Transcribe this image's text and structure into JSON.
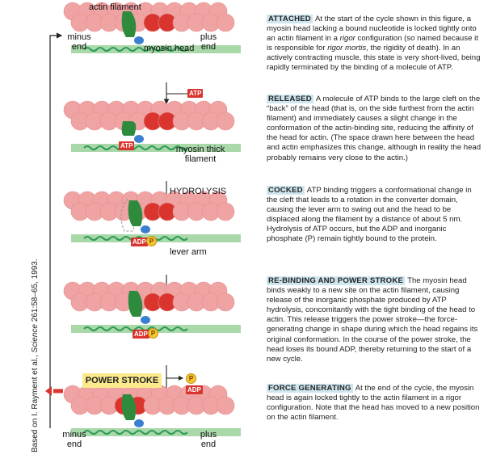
{
  "credit": {
    "prefix": "Based on I. Rayment et al., ",
    "journal": "Science",
    "suffix": " 261:58–65, 1993."
  },
  "labels": {
    "actin_filament": "actin filament",
    "minus_end": "minus end",
    "plus_end": "plus end",
    "myosin_head": "myosin head",
    "myosin_thick_filament": "myosin thick filament",
    "hydrolysis": "HYDROLYSIS",
    "lever_arm": "lever arm",
    "power_stroke": "POWER STROKE",
    "atp": "ATP",
    "adp": "ADP",
    "p": "P"
  },
  "steps": [
    {
      "title": "ATTACHED",
      "text_parts": [
        {
          "t": "At the start of the cycle shown in this figure, a myosin head lacking a bound nucleotide is locked tightly onto an actin filament in a "
        },
        {
          "t": "rigor",
          "i": true
        },
        {
          "t": " configuration (so named because it is responsible for "
        },
        {
          "t": "rigor mortis",
          "i": true
        },
        {
          "t": ", the rigidity of death). In an actively contracting muscle, this state is very short-lived, being rapidly terminated by the binding of a molecule of ATP."
        }
      ]
    },
    {
      "title": "RELEASED",
      "text_parts": [
        {
          "t": "A molecule of ATP binds to the large cleft on the “back” of the head (that is, on the side furthest from the actin filament) and immediately causes a slight change in the conformation of the actin-binding site, reducing the affinity of the head for actin. (The space drawn here between the head and actin emphasizes this change, although in reality the head probably remains very close to the actin.)"
        }
      ]
    },
    {
      "title": "COCKED",
      "text_parts": [
        {
          "t": "ATP binding triggers a conformational change in the cleft that leads to a rotation in the converter domain, causing the lever arm to swing out and the head to be displaced along the filament by a distance of about 5 nm. Hydrolysis of ATP occurs, but the ADP and inorganic phosphate (P) remain tightly bound to the protein."
        }
      ]
    },
    {
      "title": "RE-BINDING AND POWER STROKE",
      "text_parts": [
        {
          "t": "The myosin head binds weakly to a new site on the actin filament, causing release of the inorganic phosphate produced by ATP hydrolysis, concomitantly with the tight binding of the head to actin. This release triggers the power stroke—the force-generating change in shape during which the head regains its original conformation. In the course of the power stroke, the head loses its bound ADP, thereby returning to the start of a new cycle."
        }
      ]
    },
    {
      "title": "FORCE GENERATING",
      "text_parts": [
        {
          "t": "At the end of the cycle, the myosin head is again locked tightly to the actin filament in a rigor configuration. Note that the head has moved to a new position on the actin filament."
        }
      ]
    }
  ]
}
